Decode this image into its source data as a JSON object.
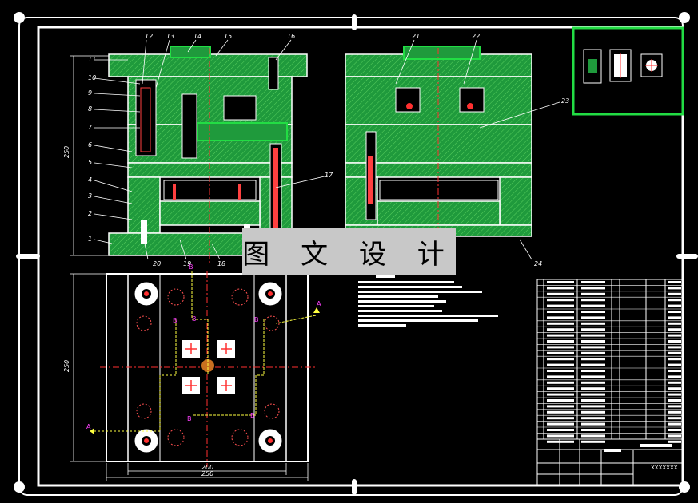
{
  "watermark": {
    "text": "图 文 设 计"
  },
  "labels": {
    "left_callouts": [
      "11",
      "10",
      "9",
      "8",
      "7",
      "6",
      "5",
      "4",
      "3",
      "2",
      "1"
    ],
    "top_callouts": [
      "12",
      "13",
      "14",
      "15",
      "16",
      "21",
      "22"
    ],
    "right_callouts": [
      "23",
      "17",
      "24"
    ],
    "bottom_callouts": [
      "20",
      "19",
      "18"
    ],
    "section_marks": [
      "A",
      "A",
      "B",
      "B",
      "B",
      "B",
      "B",
      "B"
    ],
    "dimensions": {
      "front_height": "250",
      "plan_height": "250",
      "plan_width_inner": "200",
      "plan_width_outer": "250"
    }
  },
  "title_block": {
    "code": "XXXXXXX"
  },
  "colors": {
    "frame": "#ffffff",
    "hatch": "#1f9a3c",
    "outline": "#ffffff",
    "center": "#ff3030",
    "section": "#ffff40",
    "label": "#ff40ff",
    "highlight": "#22dd44"
  }
}
